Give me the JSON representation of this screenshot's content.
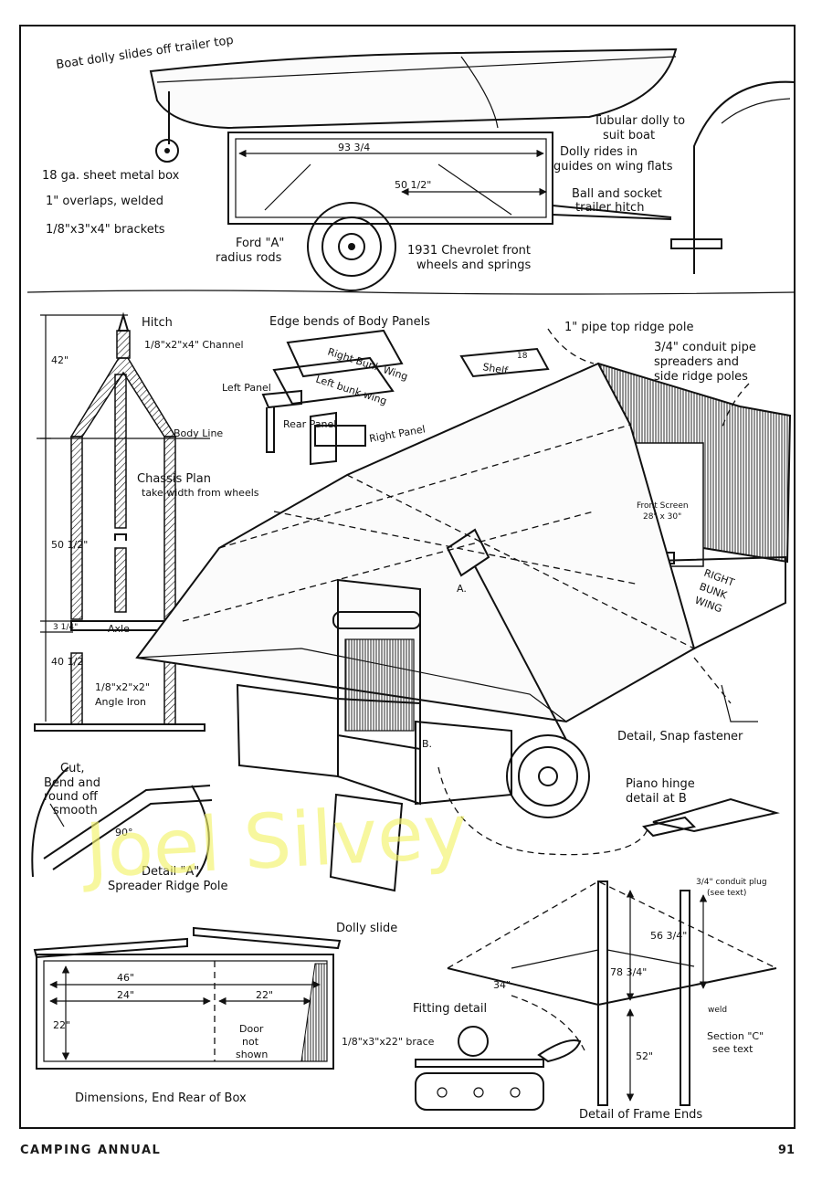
{
  "top_section": {
    "boat_dolly": "Boat dolly slides off trailer top",
    "tubular_dolly": [
      "Tubular dolly to",
      "suit boat"
    ],
    "dolly_rides": [
      "Dolly rides in",
      "guides on wing flats"
    ],
    "sheet_metal_box": "18 ga. sheet metal box",
    "overlaps": "1\" overlaps, welded",
    "brackets": "1/8\"x3\"x4\" brackets",
    "ball_socket": [
      "Ball and socket",
      "trailer hitch"
    ],
    "ford_rods": [
      "Ford \"A\"",
      "radius rods"
    ],
    "chevrolet": [
      "1931 Chevrolet front",
      "wheels and springs"
    ],
    "dim_length": "93 3/4",
    "dim_mid": "50 1/2\""
  },
  "chassis_plan": {
    "hitch": "Hitch",
    "channel": "1/8\"x2\"x4\" Channel",
    "body_line": "Body Line",
    "title": "Chassis Plan",
    "subtitle": "take width from wheels",
    "dim_42": "42\"",
    "dim_50": "50 1/2\"",
    "dim_3": "3 1/4\"",
    "dim_40": "40 1/2",
    "axle": "Axle",
    "angle_iron": [
      "1/8\"x2\"x2\"",
      "Angle Iron"
    ]
  },
  "edge_bends": {
    "title": "Edge bends of Body Panels",
    "right_wing": "Right Bunk Wing",
    "left_wing": "Left bunk wing",
    "left_panel": "Left Panel",
    "rear_panel": "Rear Panel",
    "right_panel": "Right Panel",
    "shelf": "Shelf",
    "shelf_dim": "18"
  },
  "tent_section": {
    "ridge_pole": "1\" pipe top ridge pole",
    "conduit": [
      "3/4\" conduit pipe",
      "spreaders and",
      "side ridge poles"
    ],
    "front_screen": "Front Screen",
    "front_screen_dim": "28\" x 30\"",
    "bunk_wing": [
      "RIGHT",
      "BUNK",
      "WING"
    ],
    "label_a": "A.",
    "label_b": "B.",
    "snap": "Detail, Snap fastener",
    "piano": [
      "Piano hinge",
      "detail at B"
    ]
  },
  "detail_a": {
    "cut": [
      "Cut,",
      "Bend and",
      "round off",
      "smooth"
    ],
    "angle": "90°",
    "title": [
      "Detail \"A\"",
      "Spreader Ridge Pole"
    ]
  },
  "end_rear": {
    "dolly_slide": "Dolly slide",
    "dim_46": "46\"",
    "dim_24": "24\"",
    "dim_22a": "22\"",
    "dim_22b": "22\"",
    "door": [
      "Door",
      "not",
      "shown"
    ],
    "brace": "1/8\"x3\"x22\" brace",
    "title": "Dimensions, End Rear of Box"
  },
  "frame_ends": {
    "conduit_plug": [
      "3/4\" conduit plug",
      "(see text)"
    ],
    "dim_56": "56 3/4\"",
    "dim_78": "78 3/4\"",
    "dim_34": "34\"",
    "dim_52": "52\"",
    "fitting": "Fitting detail",
    "weld": "weld",
    "section_c": [
      "Section \"C\"",
      "see text"
    ],
    "title": "Detail of Frame Ends"
  },
  "watermark": "Joel Silvey",
  "footer": {
    "publication": "CAMPING ANNUAL",
    "page_number": "91"
  }
}
